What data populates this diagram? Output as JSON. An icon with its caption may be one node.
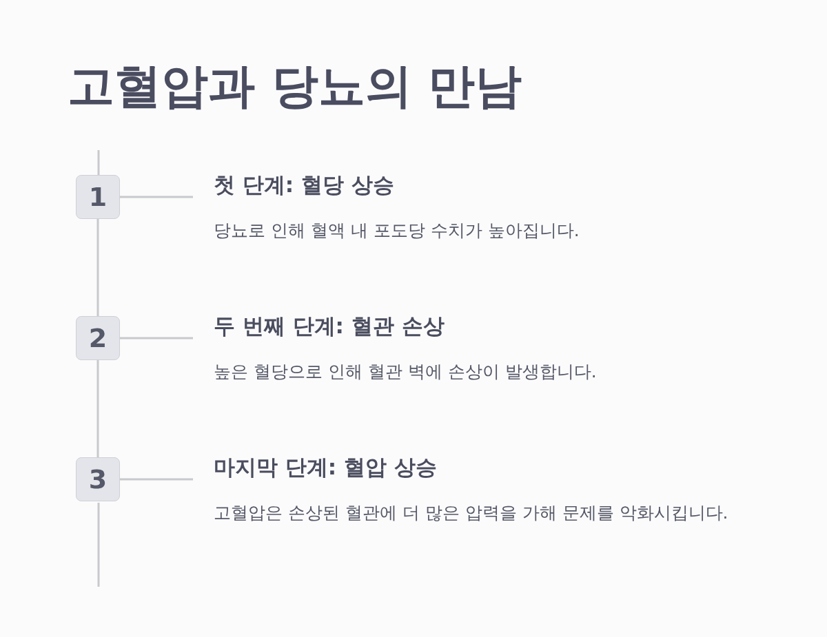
{
  "diagram": {
    "title": "고혈압과 당뇨의 만남",
    "nodes": [
      {
        "text": [
          "1"
        ]
      },
      {
        "text": [
          "첫 단계: 혈당 상승",
          "당뇨로 인해 혈액 내 포도당 수치가 높아집니다."
        ]
      },
      {
        "text": [
          "2"
        ]
      },
      {
        "text": [
          "두 번째 단계: 혈관 손상",
          "높은 혈당으로 인해 혈관 벽에 손상이 발생합니다."
        ]
      },
      {
        "text": [
          "3"
        ]
      },
      {
        "text": [
          "마지막 단계: 혈압 상승",
          "고혈압은 손상된 혈관에 더 많은 압력을 가해 문제를 악화시킵니다."
        ]
      }
    ],
    "edges": [
      {
        "from": 0,
        "to": 1,
        "arrow": "none"
      },
      {
        "from": 2,
        "to": 3,
        "arrow": "none"
      },
      {
        "from": 4,
        "to": 5,
        "arrow": "none"
      },
      {
        "from": 0,
        "to": 2,
        "arrow": "none"
      },
      {
        "from": 2,
        "to": 4,
        "arrow": "none"
      }
    ]
  }
}
